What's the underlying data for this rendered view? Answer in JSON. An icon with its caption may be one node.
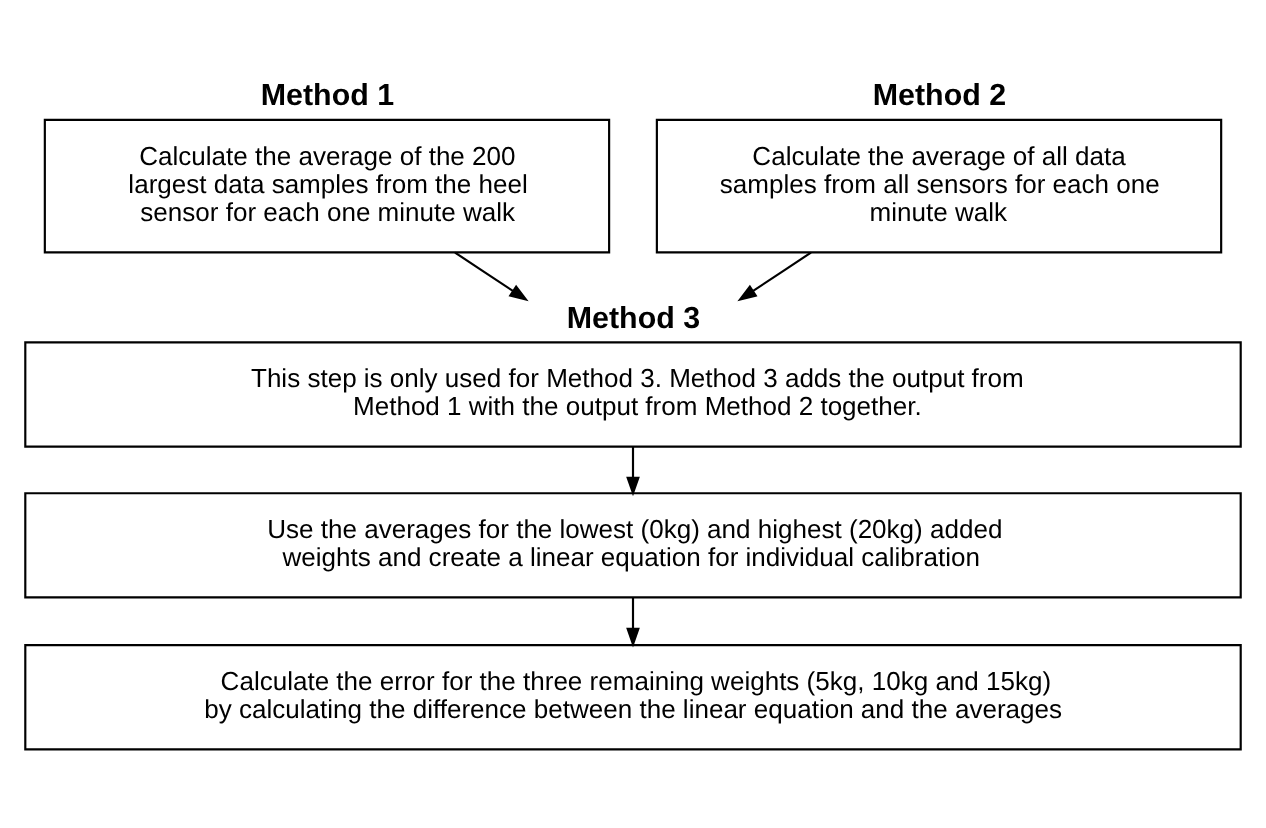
{
  "diagram": {
    "nodes": [
      {
        "text": [
          "Method 1",
          "Calculate the average of the 200 largest data samples from the heel sensor for each one minute walk"
        ]
      },
      {
        "text": [
          "Method 2",
          "Calculate the average of all data samples from all sensors for each one minute walk"
        ]
      },
      {
        "text": [
          "Method 3",
          "This step is only used for Method 3. Method 3 adds the output from Method 1 with the output from Method 2 together."
        ]
      },
      {
        "text": [
          "Use the averages for the lowest (0kg) and highest (20kg) added weights and create a linear equation for individual calibration"
        ]
      },
      {
        "text": [
          "Calculate the error for the three remaining weights (5kg, 10kg and 15kg) by calculating the difference between the linear equation and the averages"
        ]
      }
    ],
    "edges": [
      {
        "from": 0,
        "to": 2,
        "arrow": "to"
      },
      {
        "from": 1,
        "to": 2,
        "arrow": "to"
      },
      {
        "from": 2,
        "to": 3,
        "arrow": "to"
      },
      {
        "from": 3,
        "to": 4,
        "arrow": "to"
      }
    ]
  }
}
